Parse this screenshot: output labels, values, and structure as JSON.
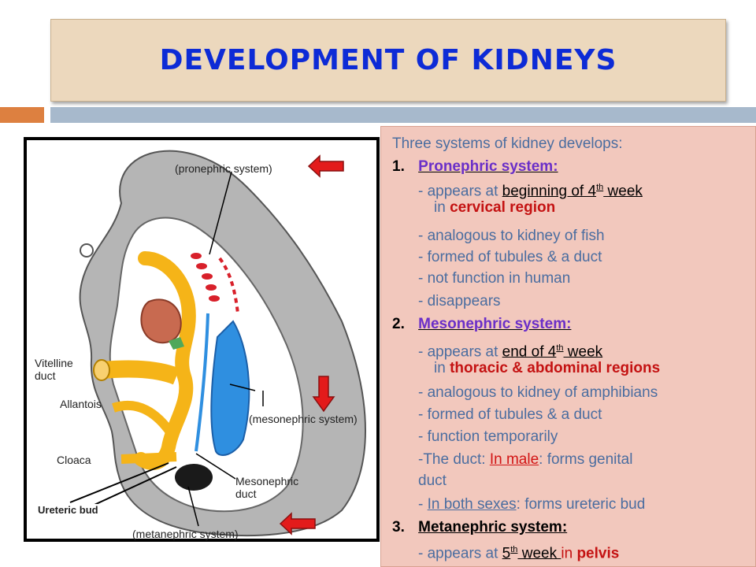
{
  "title": "DEVELOPMENT OF KIDNEYS",
  "colors": {
    "title_blue": "#0d2bd6",
    "title_bg": "#ecd8bd",
    "accent_orange": "#dd8040",
    "bar_blue": "#a7b9cc",
    "panel_bg": "#f2c8bd",
    "text_blue": "#4a6da0",
    "heading_purple": "#6a2fc8",
    "red": "#c41212",
    "arrow_red": "#e31b1b"
  },
  "figure": {
    "labels": {
      "pronephric": "(pronephric system)",
      "mesonephric": "(mesonephric system)",
      "metanephric": "(metanephric system)",
      "vitelline": "Vitelline\nduct",
      "allantois": "Allantois",
      "cloaca": "Cloaca",
      "mesonephric_duct": "Mesonephric\nduct",
      "ureteric_bud": "Ureteric bud"
    },
    "arrow_icon": "red-arrow-icon"
  },
  "panel": {
    "intro": "Three systems of kidney develops:",
    "s1": {
      "num": "1.",
      "heading": "Pronephric system:",
      "l1_pre": "-  appears at ",
      "l1_und": "beginning of 4",
      "l1_sup": "th",
      "l1_und2": " week",
      "l2_pre": "in ",
      "l2_red": "cervical region",
      "l3": "- analogous to kidney of fish",
      "l4": "- formed of tubules & a duct",
      "l5": "- not function in human",
      "l6": "- disappears"
    },
    "s2": {
      "num": "2.",
      "heading": "Mesonephric system:",
      "l1_pre": "- appears at ",
      "l1_und": "end of 4",
      "l1_sup": "th",
      "l1_und2": " week",
      "l2_pre": "in ",
      "l2_red": "thoracic & abdominal regions",
      "l3": "- analogous to kidney of amphibians",
      "l4": "- formed of tubules & a duct",
      "l5": "- function temporarily",
      "l6_pre": "-The duct: ",
      "l6_red": "In male",
      "l6_post": ": forms genital",
      "l7": "duct",
      "l8_pre": "- ",
      "l8_und": "In both sexes",
      "l8_post": ": forms ureteric bud"
    },
    "s3": {
      "num": "3.",
      "heading": "Metanephric system:",
      "l1_pre": "- appears at ",
      "l1_und": "5",
      "l1_sup": "th",
      "l1_und2": " week ",
      "l1_mid": "in ",
      "l1_red": "pelvis"
    }
  }
}
